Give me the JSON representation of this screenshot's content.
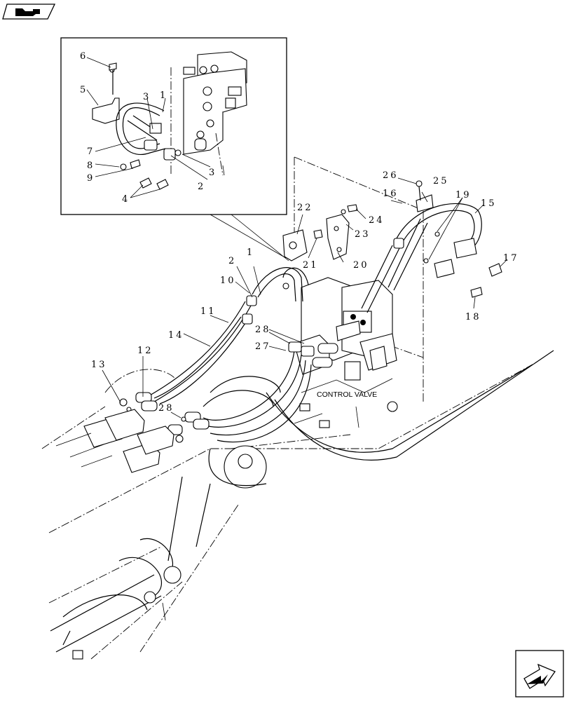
{
  "figure": {
    "labels": {
      "l1a": "1",
      "l1b": "1",
      "l2a": "2",
      "l2b": "2",
      "l3a": "3",
      "l3b": "3",
      "l4": "4",
      "l5": "5",
      "l6": "6",
      "l7": "7",
      "l8": "8",
      "l9": "9",
      "l10": "10",
      "l11": "11",
      "l12": "12",
      "l13": "13",
      "l14": "14",
      "l15": "15",
      "l16": "16",
      "l17": "17",
      "l18": "18",
      "l19": "19",
      "l20": "20",
      "l21": "21",
      "l22": "22",
      "l23": "23",
      "l24": "24",
      "l25": "25",
      "l26": "26",
      "l27": "27",
      "l28a": "28",
      "l28b": "28"
    },
    "control_valve_text": "CONTROL VALVE"
  },
  "icons": {
    "top_left": "book-tractor-icon",
    "bottom_right": "next-arrow-icon"
  }
}
